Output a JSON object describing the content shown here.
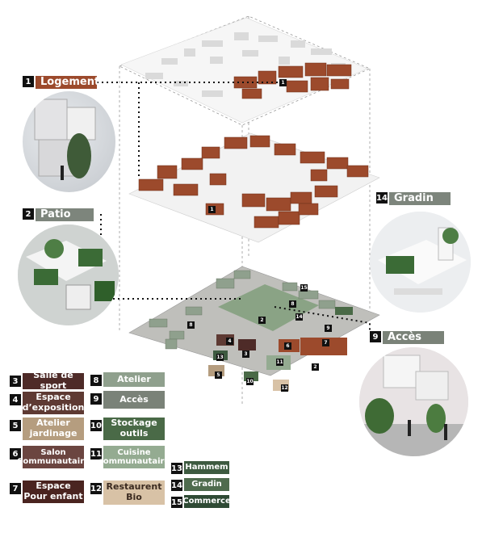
{
  "colors": {
    "logement": "#9c4a2c",
    "patio_grey": "#7d857c",
    "sport": "#4e2b28",
    "expo": "#5e3a33",
    "jardin": "#b59d7f",
    "salon": "#6b4540",
    "enfant": "#4a2420",
    "atelier": "#8fa08d",
    "acces": "#7a8278",
    "stockage": "#4a6a47",
    "cuisine": "#94ab91",
    "restaurant": "#d8c2a6",
    "hammem": "#3d5a40",
    "gradin": "#4f6b4e",
    "commerce": "#2e4a34"
  },
  "callouts": [
    {
      "num": "1",
      "label": "Logement"
    },
    {
      "num": "2",
      "label": "Patio"
    },
    {
      "num": "14",
      "label": "Gradin"
    },
    {
      "num": "9",
      "label": "Accès"
    }
  ],
  "legend": [
    {
      "num": "3",
      "label": "Salle de sport"
    },
    {
      "num": "4",
      "label": "Espace\nd’exposition"
    },
    {
      "num": "5",
      "label": "Atelier\njardinage"
    },
    {
      "num": "6",
      "label": "Salon\nCommunautaire"
    },
    {
      "num": "7",
      "label": "Espace\nPour enfant"
    },
    {
      "num": "8",
      "label": "Atelier"
    },
    {
      "num": "9",
      "label": "Accès"
    },
    {
      "num": "10",
      "label": "Stockage\noutils"
    },
    {
      "num": "11",
      "label": "Cuisine\ncommunautaire"
    },
    {
      "num": "12",
      "label": "Restaurent\nBio"
    },
    {
      "num": "13",
      "label": "Hammem"
    },
    {
      "num": "14",
      "label": "Gradin"
    },
    {
      "num": "15",
      "label": "Commerce"
    }
  ],
  "plan_markers": [
    "1",
    "1",
    "2",
    "2",
    "3",
    "4",
    "5",
    "6",
    "7",
    "8",
    "8",
    "9",
    "10",
    "11",
    "12",
    "13",
    "14",
    "15"
  ]
}
